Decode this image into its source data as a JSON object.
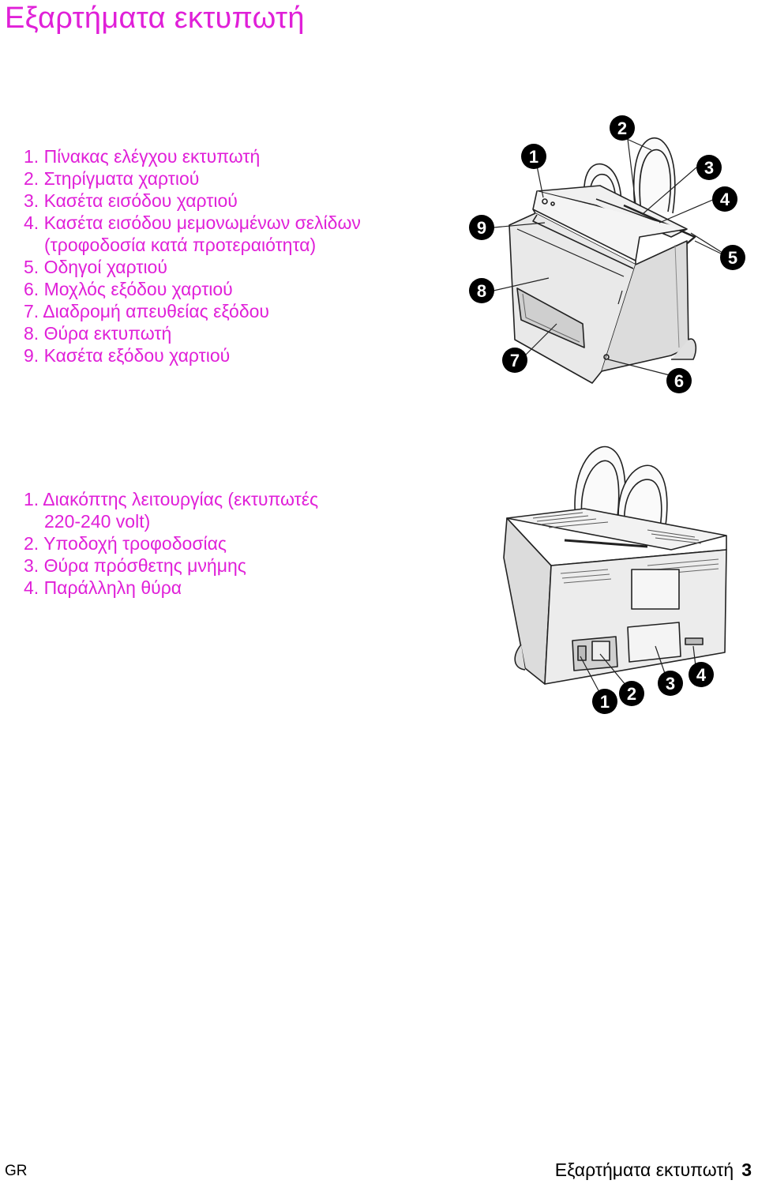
{
  "page": {
    "title": "Εξαρτήματα εκτυπωτή",
    "accent_color": "#e020d8"
  },
  "front_list": {
    "items": [
      {
        "text": "1. Πίνακας ελέγχου  εκτυπωτή"
      },
      {
        "text": "2. Στηρίγματα χαρτιού"
      },
      {
        "text": "3. Κασέτα εισόδου χαρτιού"
      },
      {
        "text": "4. Κασέτα εισόδου μεμονωμένων σελίδων"
      },
      {
        "text": "(τροφοδοσία κατά προτεραιότητα)",
        "continuation": true
      },
      {
        "text": "5. Οδηγοί χαρτιού"
      },
      {
        "text": "6. Μοχλός εξόδου χαρτιού"
      },
      {
        "text": "7. Διαδρομή απευθείας εξόδου"
      },
      {
        "text": "8. Θύρα εκτυπωτή"
      },
      {
        "text": "9. Κασέτα εξόδου χαρτιού"
      }
    ]
  },
  "rear_list": {
    "items": [
      {
        "text": "1. Διακόπτης λειτουργίας (εκτυπωτές"
      },
      {
        "text": "220-240 volt)",
        "continuation": true
      },
      {
        "text": "2. Υποδοχή τροφοδοσίας"
      },
      {
        "text": "3. Θύρα πρόσθετης μνήμης"
      },
      {
        "text": "4. Παράλληλη θύρα"
      }
    ]
  },
  "front_figure": {
    "callouts": [
      "1",
      "2",
      "3",
      "4",
      "5",
      "6",
      "7",
      "8",
      "9"
    ]
  },
  "rear_figure": {
    "callouts": [
      "1",
      "2",
      "3",
      "4"
    ]
  },
  "footer": {
    "language": "GR",
    "section": "Εξαρτήματα εκτυπωτή",
    "page_number": "3"
  }
}
